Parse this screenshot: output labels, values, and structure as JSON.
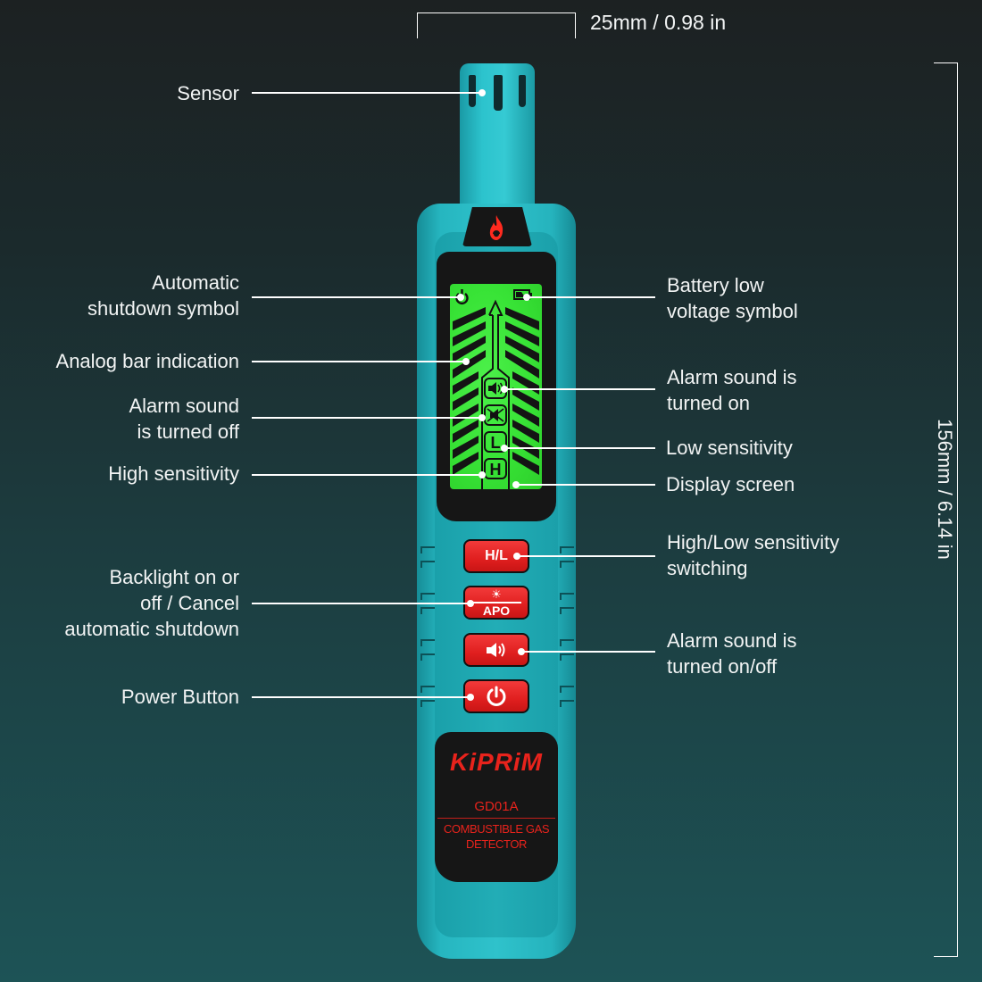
{
  "dimensions": {
    "width_label": "25mm / 0.98 in",
    "height_label": "156mm / 6.14 in"
  },
  "device": {
    "brand": "KiPRiM",
    "model": "GD01A",
    "description_line1": "COMBUSTIBLE GAS",
    "description_line2": "DETECTOR",
    "colors": {
      "body": "#2cc3cd",
      "lcd": "#3fe83d",
      "buttons": "#e8231c",
      "brand_text": "#e8231c",
      "background_top": "#1c2122",
      "background_bottom": "#1d5356"
    },
    "buttons": [
      {
        "id": "hl",
        "label": "H/L",
        "icon": "text-hl"
      },
      {
        "id": "apo",
        "label_top": "☀",
        "label": "APO",
        "icon": "sun-backlight-icon"
      },
      {
        "id": "sound",
        "label": "🔊",
        "icon": "speaker-icon"
      },
      {
        "id": "power",
        "label": "⏻",
        "icon": "power-icon"
      }
    ],
    "lcd_symbols": {
      "power": "⏻",
      "speaker_on": "🔊",
      "speaker_off": "🔇",
      "low": "L",
      "high": "H"
    }
  },
  "callouts": {
    "left": [
      {
        "id": "sensor",
        "text": "Sensor"
      },
      {
        "id": "auto_shutdown",
        "line1": "Automatic",
        "line2": "shutdown symbol"
      },
      {
        "id": "analog_bar",
        "text": "Analog bar indication"
      },
      {
        "id": "alarm_off",
        "line1": "Alarm sound",
        "line2": "is turned off"
      },
      {
        "id": "high_sens",
        "text": "High sensitivity"
      },
      {
        "id": "backlight",
        "line1": "Backlight on or",
        "line2": "off / Cancel",
        "line3": "automatic shutdown"
      },
      {
        "id": "power",
        "text": "Power Button"
      }
    ],
    "right": [
      {
        "id": "battery",
        "line1": "Battery low",
        "line2": "voltage symbol"
      },
      {
        "id": "alarm_on",
        "line1": "Alarm sound is",
        "line2": "turned on"
      },
      {
        "id": "low_sens",
        "text": "Low sensitivity"
      },
      {
        "id": "display",
        "text": "Display screen"
      },
      {
        "id": "hl_switch",
        "line1": "High/Low sensitivity",
        "line2": "switching"
      },
      {
        "id": "alarm_toggle",
        "line1": "Alarm sound is",
        "line2": "turned on/off"
      }
    ]
  }
}
